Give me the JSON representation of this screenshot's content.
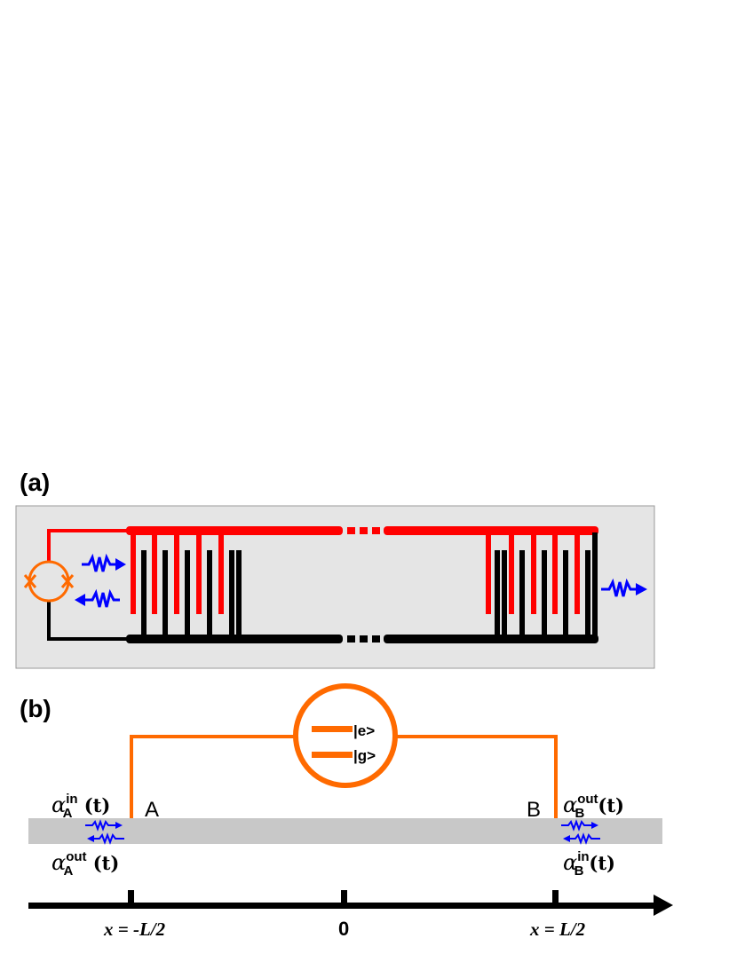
{
  "panels": {
    "a": {
      "label": "(a)"
    },
    "b": {
      "label": "(b)"
    }
  },
  "atom": {
    "excited_label": "|e>",
    "ground_label": "|g>"
  },
  "points": {
    "a": "A",
    "b": "B"
  },
  "fields": {
    "a_in": {
      "base": "α",
      "sup": "in",
      "sub": "A",
      "tail": " (t)"
    },
    "a_out": {
      "base": "α",
      "sup": "out",
      "sub": "A",
      "tail": " (t)"
    },
    "b_out": {
      "base": "α",
      "sup": "out",
      "sub": "B",
      "tail": "(t)"
    },
    "b_in": {
      "base": "α",
      "sup": "in",
      "sub": "B",
      "tail": "(t)"
    }
  },
  "axis": {
    "left": "x = -L/2",
    "center": "0",
    "right": "x = L/2"
  },
  "colors": {
    "red": "#ff0000",
    "orange": "#ff6a00",
    "blue": "#0000ff",
    "black": "#000000",
    "panel_bg": "#e5e5e5",
    "waveguide": "#c8c8c8"
  }
}
